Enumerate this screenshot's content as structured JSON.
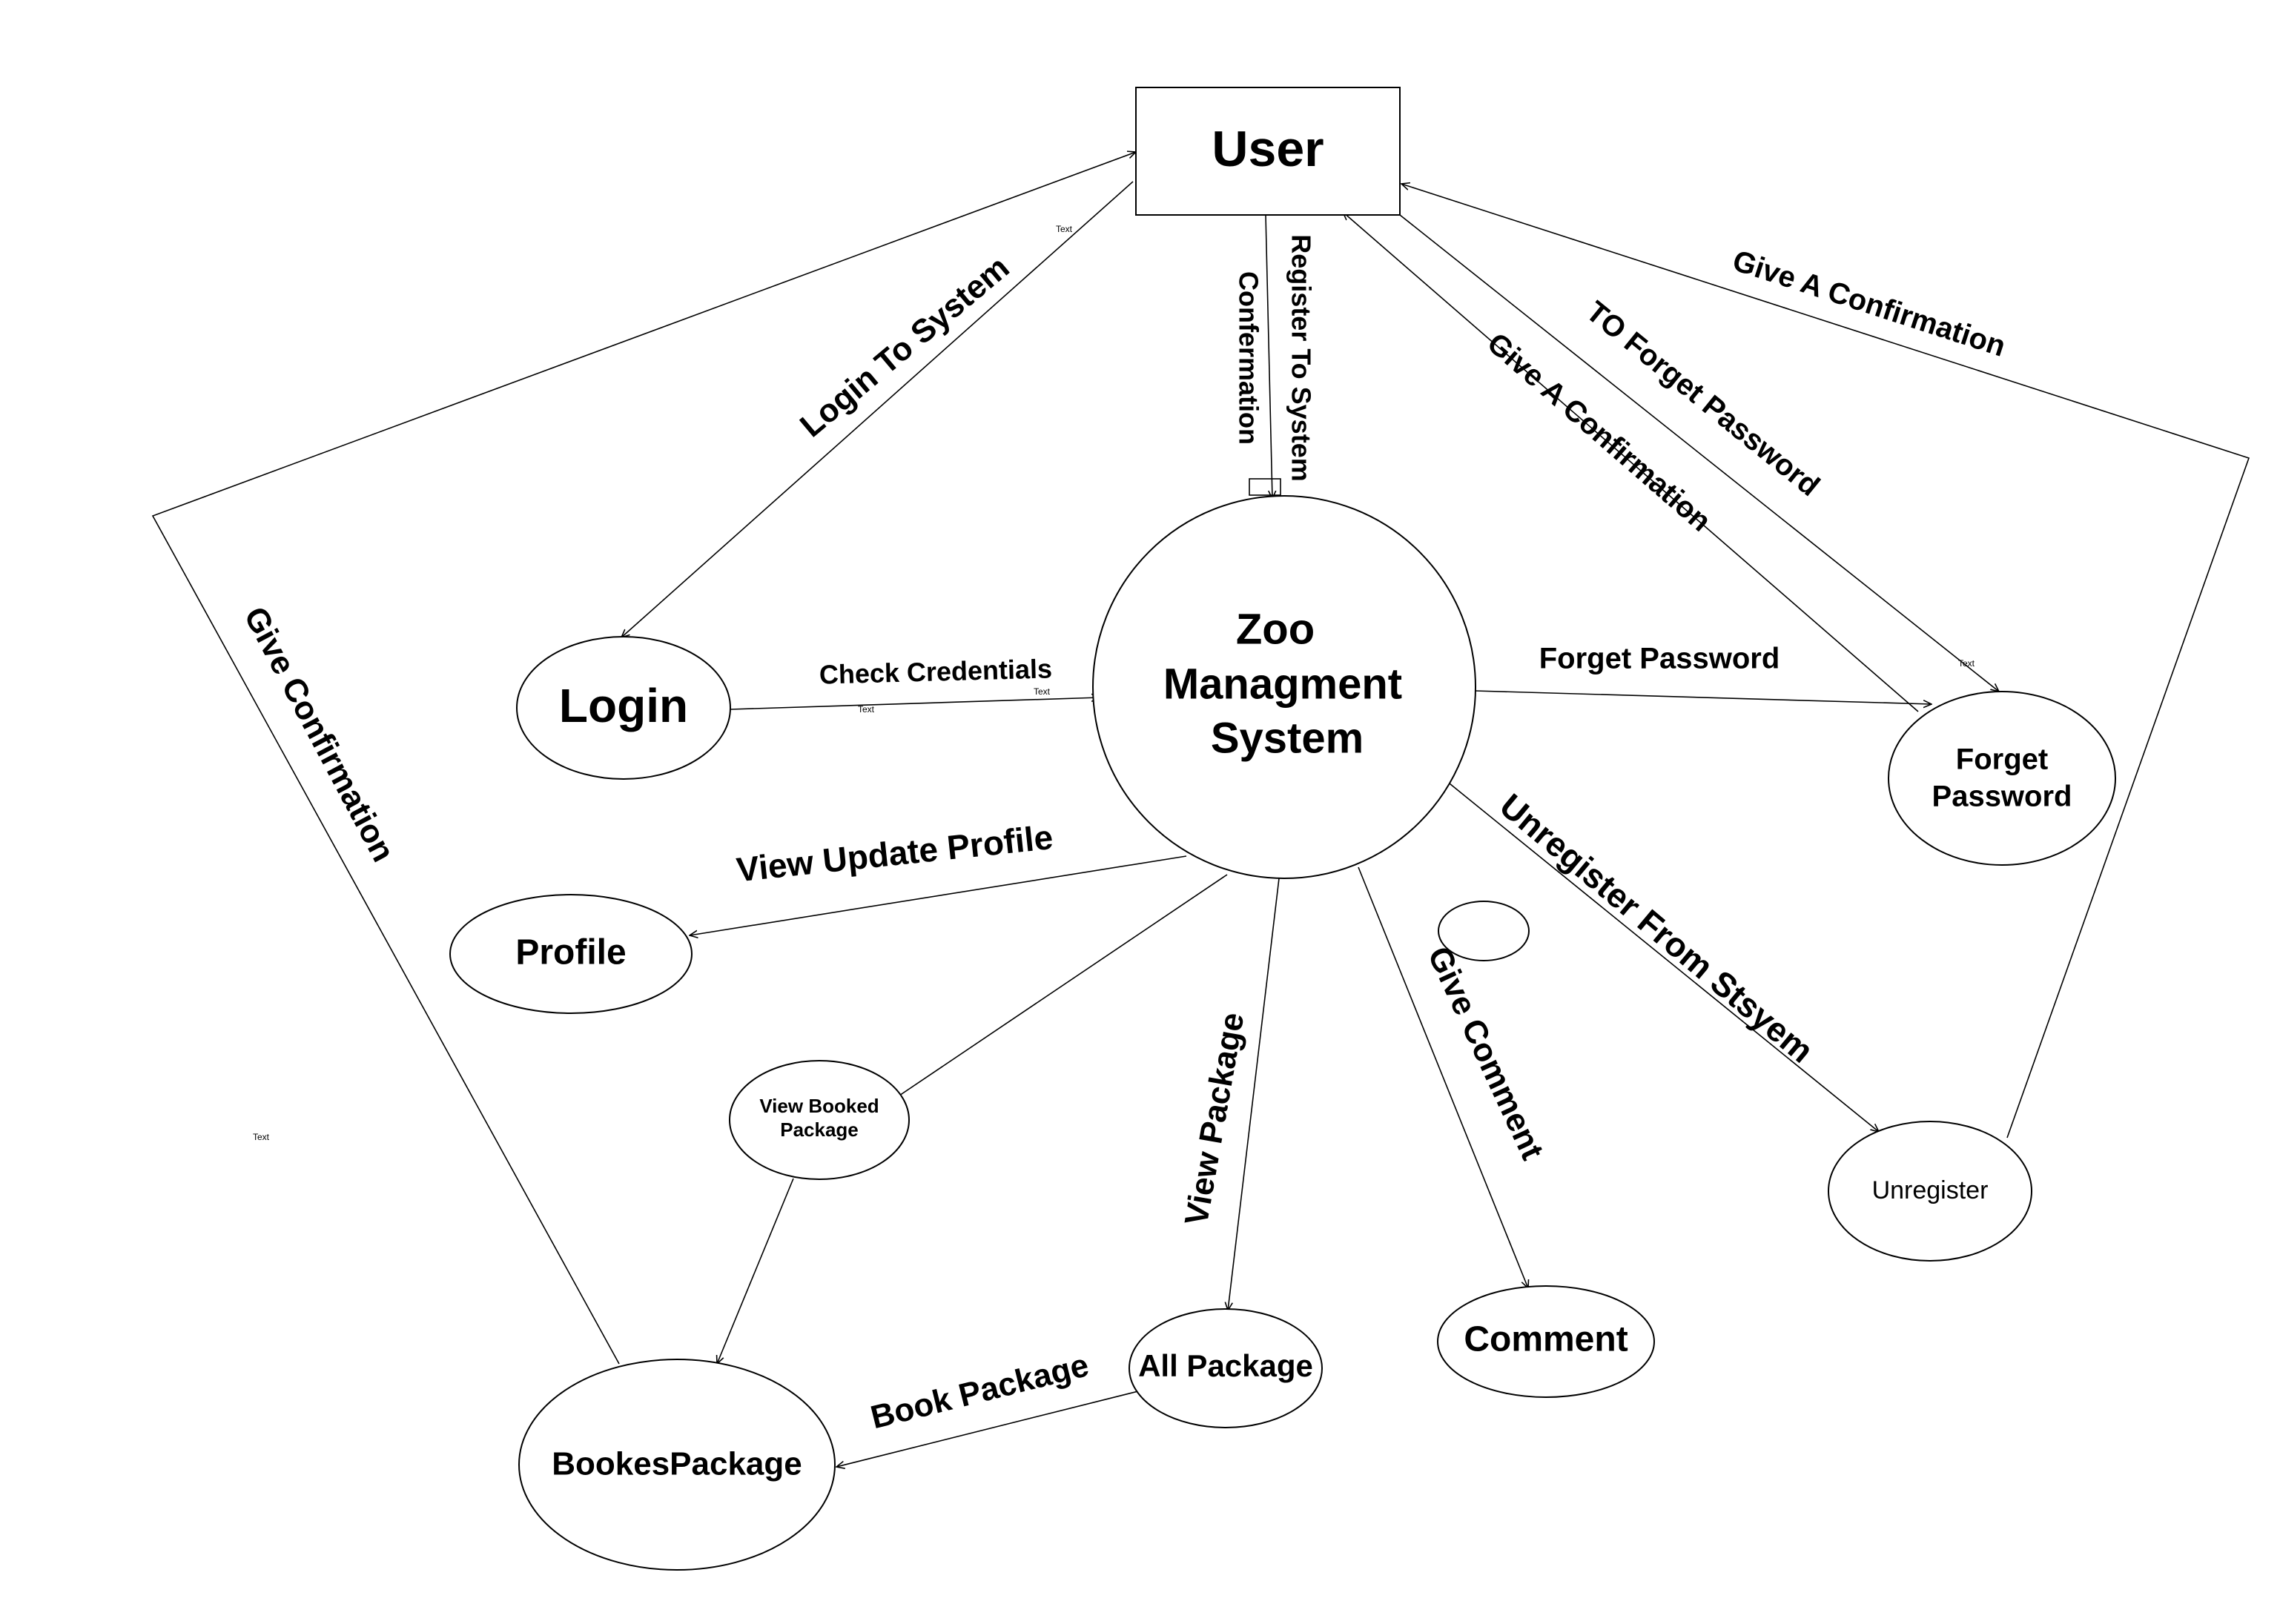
{
  "nodes": {
    "user": "User",
    "zms": [
      "Zoo",
      "Managment",
      "System"
    ],
    "login": "Login",
    "forget": [
      "Forget",
      "Password"
    ],
    "profile": "Profile",
    "view_booked": [
      "View Booked",
      "Package"
    ],
    "all_package": "All Package",
    "comment": "Comment",
    "unregister": "Unregister",
    "booked_package": "BookesPackage"
  },
  "edges": {
    "login_to_system": "Login To System",
    "register": "Register To System",
    "confirmation": "Confermation",
    "to_forget": "TO Forget Password",
    "give_a_conf_1": "Give A Confirmation",
    "give_a_conf_2": "Give A Confirmation",
    "give_conf": "Give Confirmation",
    "check_credentials": "Check Credentials",
    "forget_password": "Forget Password",
    "view_update_profile": "View Update Profile",
    "view_package": "View Package",
    "give_comment": "Give Comment",
    "unregister_from": "Unregister From Stsyem",
    "book_package": "Book Package"
  },
  "placeholders": {
    "text": "Text"
  }
}
